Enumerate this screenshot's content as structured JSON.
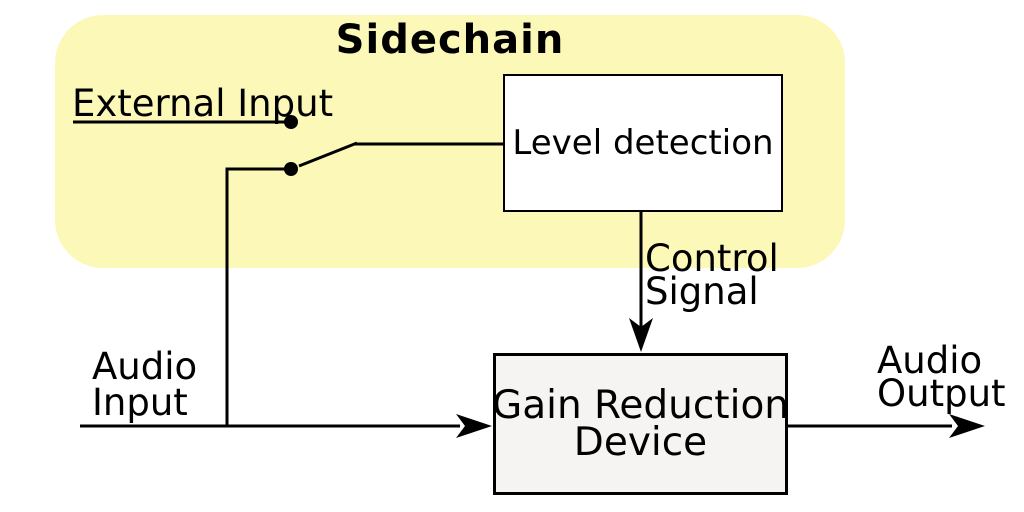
{
  "diagram": {
    "title": "Sidechain",
    "labels": {
      "external_input": "External Input",
      "level_detection": "Level detection",
      "control_signal": {
        "line1": "Control",
        "line2": "Signal"
      },
      "audio_input": {
        "line1": "Audio",
        "line2": "Input"
      },
      "gain_reduction_device": {
        "line1": "Gain Reduction",
        "line2": "Device"
      },
      "audio_output": {
        "line1": "Audio",
        "line2": "Output"
      }
    },
    "colors": {
      "background": "#ffffff",
      "sidechain_fill": "#fbf8b8",
      "level_detection_fill": "#ffffff",
      "device_fill": "#f5f4f2",
      "line": "#000000"
    }
  }
}
